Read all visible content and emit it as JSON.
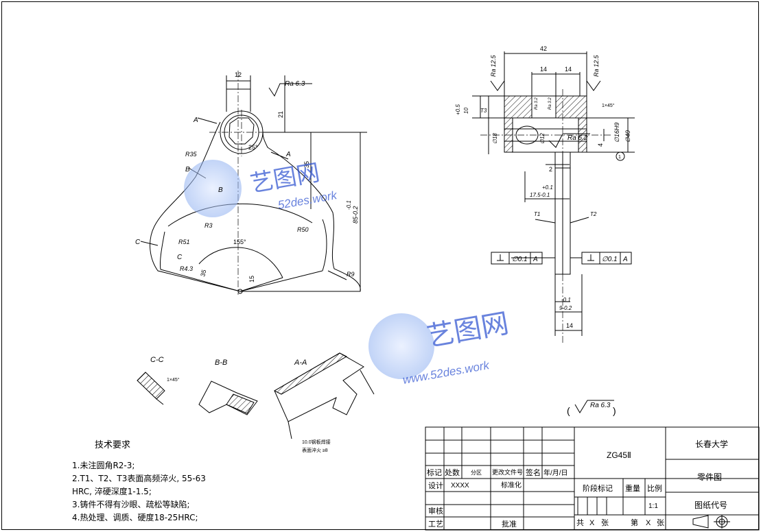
{
  "part_code": "ZG45Ⅱ",
  "university": "长春大学",
  "drawing_type": "零件图",
  "drawing_no_label": "图纸代号",
  "scale_value": "1:1",
  "title_block": {
    "biaoji": "标记",
    "chushu": "处数",
    "fenqu": "分区",
    "gengai": "更改文件号",
    "qianming": "签名",
    "date": "年/月/日",
    "sheji": "设计",
    "xxxx": "XXXX",
    "biaozhunhua": "标准化",
    "shenhe": "审核",
    "gongyi": "工艺",
    "pizhun": "批准",
    "jieduan": "阶段标记",
    "zhongliang": "重量",
    "bili": "比例",
    "gong": "共",
    "x1": "X",
    "zhang1": "张",
    "di": "第",
    "x2": "X",
    "zhang2": "张"
  },
  "tech_title": "技术要求",
  "tech_lines": [
    "1.未注圆角R2-3;",
    "2.T1、T2、T3表面高频淬火, 55-63",
    "HRC, 淬硬深度1-1.5;",
    "3.铸件不得有沙眼、疏松等缺陷;",
    "4.热处理、调质、硬度18-25HRC;"
  ],
  "watermark": {
    "brand": "艺图网",
    "url": "52des.work",
    "url_full": "www.52des.work"
  },
  "section_labels": {
    "cc": "C-C",
    "bb": "B-B",
    "aa": "A-A"
  },
  "labels_left": {
    "dim12": "12",
    "ra63": "Ra 6.3",
    "dim21": "21",
    "dim35": "35",
    "dim85": "85-0.2",
    "dim01": "-0.1",
    "r35": "R35",
    "r3": "R3",
    "r50": "R50",
    "r51": "R51",
    "r9": "R9",
    "r43": "R4.3",
    "ang155": "155°",
    "ang25": "25°",
    "dim15": "15",
    "dim35b": "35",
    "a1": "A",
    "a2": "A",
    "b1": "B",
    "b2": "B",
    "c1": "C",
    "c2": "C"
  },
  "labels_right": {
    "dim42": "42",
    "dim14a": "14",
    "dim14b": "14",
    "ra125a": "Ra 12.5",
    "ra125b": "Ra 12.5",
    "ra32a": "Ra 3.2",
    "ra32b": "Ra 3.2",
    "t3": "T3",
    "t1": "T1",
    "t2": "T2",
    "d16h9": "∅16H9",
    "d40": "∅40",
    "d18": "∅18",
    "d12": "∅12",
    "ra62": "Ra 6.2",
    "dim05": "+0.5",
    "dim10": "10",
    "dim4": "4",
    "dim2": "2",
    "dim175": "17.5-0.1",
    "dim01b": "+0.1",
    "dim9": "9-0.2",
    "dim01c": "-0.1",
    "dim14c": "14",
    "tol1": "∅0.1",
    "tol2": "∅0.1",
    "datum1": "A",
    "datum2": "A",
    "circ": "1",
    "chamfer": "1×45°"
  },
  "roughness_note": "Ra 6.3",
  "section_notes": {
    "cc": "1×45°",
    "aa1": "10.0钢板焊接",
    "aa2": "表面淬火 ≥8"
  }
}
